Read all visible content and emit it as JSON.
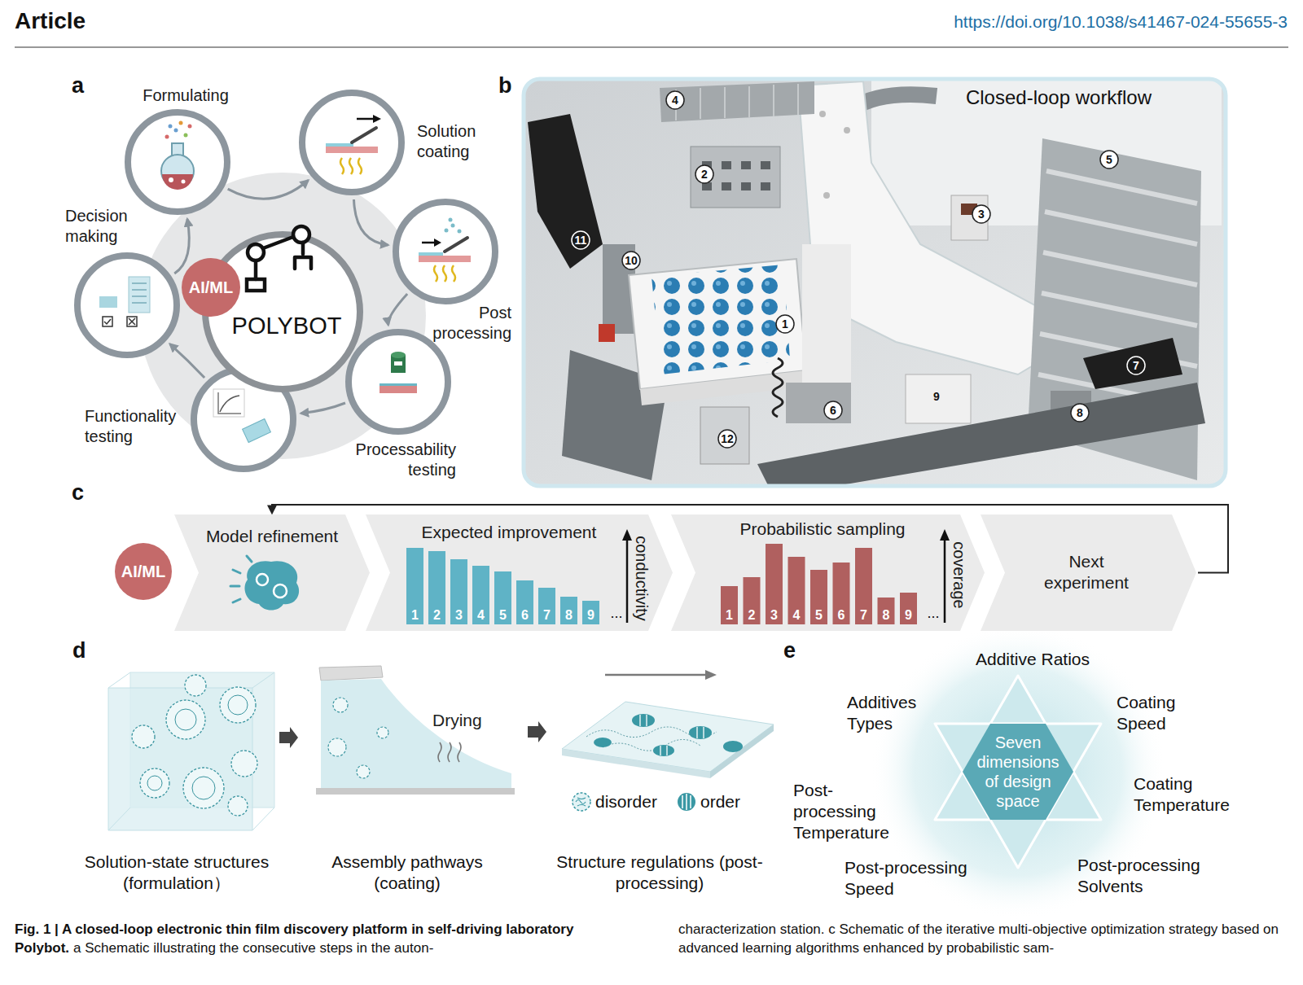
{
  "diagram": {
    "title": "Article",
    "caption": "Fig. 1 | A closed-loop electronic thin film discovery platform in self-driving laboratory Polybot.",
    "nodes": [
      {
        "text": [
          "Formulating"
        ]
      },
      {
        "text": [
          "Solution coating"
        ]
      },
      {
        "text": [
          "Post processing"
        ]
      },
      {
        "text": [
          "Processability testing"
        ]
      },
      {
        "text": [
          "Functionality testing"
        ]
      },
      {
        "text": [
          "Decision making"
        ]
      },
      {
        "text": [
          "POLYBOT"
        ]
      },
      {
        "text": [
          "AI/ML"
        ]
      },
      {
        "text": [
          "AI/ML"
        ]
      },
      {
        "text": [
          "Model refinement"
        ]
      },
      {
        "text": [
          "Expected improvement",
          "conductivity"
        ]
      },
      {
        "text": [
          "Probabilistic sampling",
          "coverage"
        ]
      },
      {
        "text": [
          "Next experiment"
        ]
      },
      {
        "text": [
          "Seven dimensions of design space"
        ]
      }
    ],
    "edges": [
      {
        "from": 0,
        "to": 1,
        "arrow": "to"
      },
      {
        "from": 1,
        "to": 2,
        "arrow": "to"
      },
      {
        "from": 2,
        "to": 3,
        "arrow": "to"
      },
      {
        "from": 3,
        "to": 4,
        "arrow": "to"
      },
      {
        "from": 4,
        "to": 5,
        "arrow": "to"
      },
      {
        "from": 5,
        "to": 0,
        "arrow": "to"
      },
      {
        "from": 12,
        "to": 9,
        "arrow": "to"
      }
    ],
    "labels": [
      "https://doi.org/10.1038/s41467-024-55655-3",
      "a",
      "b",
      "Closed-loop workflow",
      "1",
      "2",
      "3",
      "4",
      "5",
      "6",
      "7",
      "8",
      "9",
      "10",
      "11",
      "12",
      "c",
      "1",
      "2",
      "3",
      "4",
      "5",
      "6",
      "7",
      "8",
      "9",
      "...",
      "1",
      "2",
      "3",
      "4",
      "5",
      "6",
      "7",
      "8",
      "9",
      "...",
      "d",
      "Drying",
      "Solution-state structures (formulation）",
      "Assembly pathways (coating)",
      "Structure regulations (post-processing)",
      "e",
      "Additive Ratios",
      "Coating Speed",
      "Coating Temperature",
      "Post-processing Solvents",
      "Post-processing Speed",
      "Post-processing Temperature",
      "Additives Types",
      "a Schematic illustrating the consecutive steps in the auton-",
      "characterization station. c Schematic of the iterative multi-objective optimization strategy based on advanced learning algorithms enhanced by probabilistic sam-"
    ],
    "legend": [
      {
        "text": "disorder"
      },
      {
        "text": "order"
      }
    ]
  }
}
